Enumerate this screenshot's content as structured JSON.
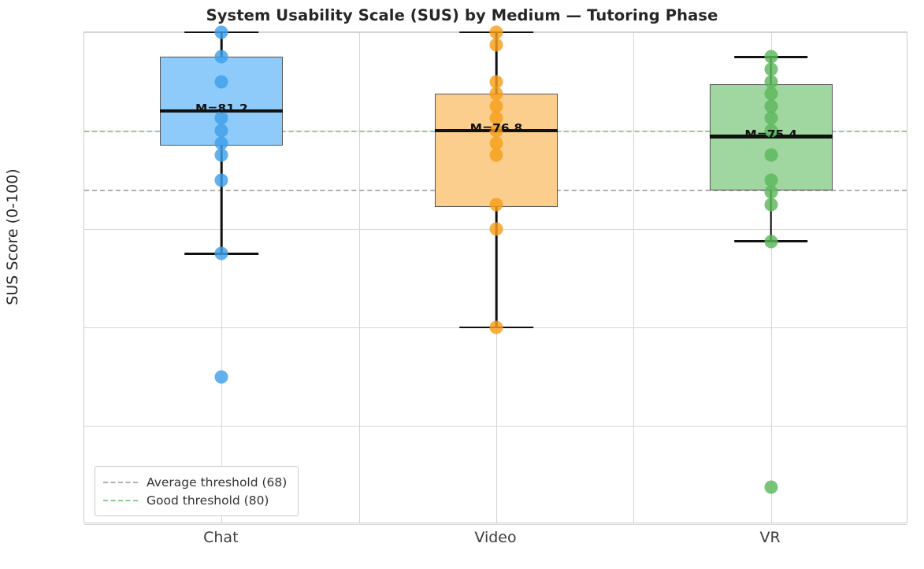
{
  "chart_data": {
    "type": "box",
    "title": "System Usability Scale (SUS) by Medium — Tutoring Phase",
    "xlabel": "",
    "ylabel": "SUS Score (0-100)",
    "ylim": [
      0,
      100
    ],
    "yticks": [
      0,
      20,
      40,
      60,
      80,
      100
    ],
    "categories": [
      "Chat",
      "Video",
      "VR"
    ],
    "grid": true,
    "legend_position": "lower left",
    "legend": [
      {
        "label": "Average threshold (68)",
        "color": "#b0b0b0",
        "style": "dashed"
      },
      {
        "label": "Good threshold (80)",
        "color": "#92c999",
        "style": "dashed"
      }
    ],
    "reference_lines": [
      {
        "name": "average-threshold",
        "value": 68,
        "color": "#b0b0b0"
      },
      {
        "name": "good-threshold",
        "value": 80,
        "color": "#92c999"
      }
    ],
    "boxes": [
      {
        "category": "Chat",
        "fill": "#8ecbfa",
        "dot_color": "#3fa0ec",
        "q1": 77.0,
        "median": 84.0,
        "q3": 95.0,
        "whisker_low": 55.0,
        "whisker_high": 100.0,
        "mean": 81.2,
        "mean_label": "M=81.2",
        "points": [
          100,
          95,
          90,
          82.5,
          80,
          77.5,
          75,
          70,
          55,
          30
        ]
      },
      {
        "category": "Video",
        "fill": "#fbce8e",
        "dot_color": "#f79f1a",
        "q1": 64.5,
        "median": 80.0,
        "q3": 87.5,
        "whisker_low": 40.0,
        "whisker_high": 100.0,
        "mean": 76.8,
        "mean_label": "M=76.8",
        "points": [
          100,
          97.5,
          90,
          87.5,
          85,
          82.5,
          80,
          77.5,
          75,
          65,
          60,
          40
        ]
      },
      {
        "category": "VR",
        "fill": "#a0d6a0",
        "dot_color": "#5cb85c",
        "q1": 67.8,
        "median": 78.8,
        "q3": 89.5,
        "whisker_low": 57.5,
        "whisker_high": 95.0,
        "mean": 75.4,
        "mean_label": "M=75.4",
        "points": [
          95,
          92.5,
          90,
          87.5,
          85,
          82.5,
          80,
          75,
          70,
          67.5,
          65,
          57.5,
          7.5
        ]
      }
    ]
  }
}
